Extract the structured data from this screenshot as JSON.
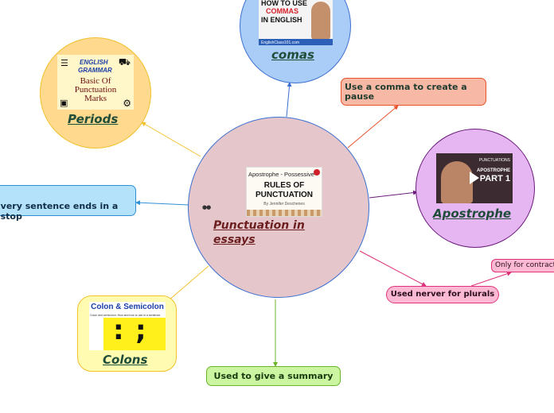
{
  "central": {
    "title": "Punctuation in essays",
    "thumb_lines": [
      "Apostrophe - Possessive",
      "RULES OF",
      "PUNCTUATION",
      "By Jennifer Deschenes"
    ]
  },
  "nodes": {
    "comas": {
      "label": "comas",
      "thumb_lines": [
        "HOW TO USE",
        "COMMAS",
        "IN ENGLISH",
        "EnglishClass101.com"
      ]
    },
    "periods": {
      "label": "Periods",
      "thumb_lines": [
        "ENGLISH",
        "GRAMMAR",
        "Basic Of",
        "Punctuation",
        "Marks"
      ]
    },
    "apostrophe": {
      "label": "Apostrophe",
      "thumb_lines": [
        "PUNCTUATIONS",
        "APOSTROPHE",
        "PART 1"
      ]
    },
    "colons": {
      "label": "Colons",
      "thumb_lines": [
        "Colon & Semicolon",
        "Colon and semicolon: How and how to use in a sentence."
      ]
    }
  },
  "boxes": {
    "comma_pause": "Use a comma to create a pause",
    "sentence_stop": "very sentence ends in a\nl stop",
    "summary": "Used to give a summary",
    "plurals": "Used nerver for plurals",
    "contractions": "Only for contractions"
  },
  "colors": {
    "central_fill": "#e5c6cb",
    "central_stroke": "#3b6fd1",
    "comas_fill": "#a9cdf7",
    "periods_fill": "#fed98e",
    "apostrophe_fill": "#e6b6f3",
    "colons_fill": "#fffbb0",
    "comma_box_fill": "#f7b9a5",
    "stop_box_fill": "#b5e2fb",
    "summary_box_fill": "#cbf5a0",
    "plural_box_fill": "#fbb9d3"
  }
}
